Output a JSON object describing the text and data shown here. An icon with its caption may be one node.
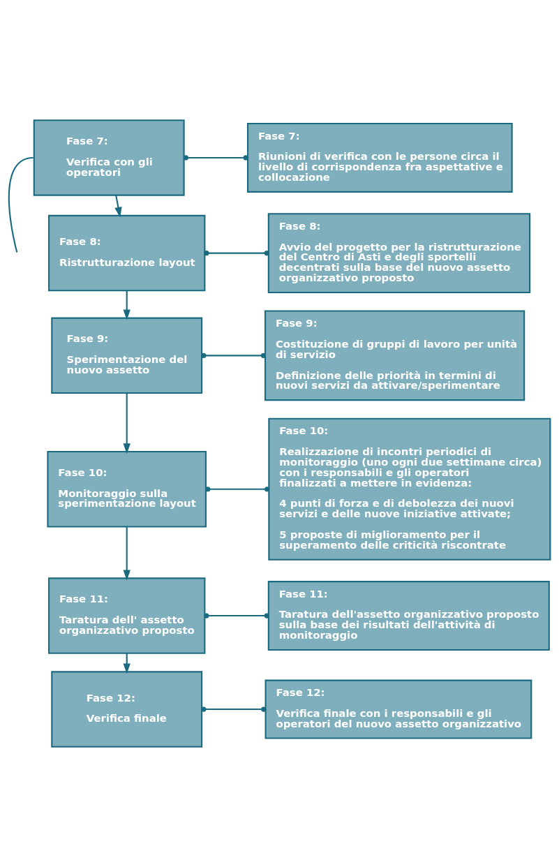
{
  "diagram": {
    "nodes": [
      {
        "text": [
          "Fase 7:",
          "Verifica con gli operatori"
        ]
      },
      {
        "text": [
          "Fase 7:",
          "Riunioni di verifica con le persone circa il livello di corrispondenza fra aspettative e collocazione"
        ]
      },
      {
        "text": [
          "Fase 8:",
          "Ristrutturazione layout"
        ]
      },
      {
        "text": [
          "Fase 8:",
          "Avvio del progetto per la ristrutturazione del Centro di Asti e degli sportelli decentrati sulla base del nuovo assetto organizzativo proposto"
        ]
      },
      {
        "text": [
          "Fase 9:",
          "Sperimentazione del nuovo assetto"
        ]
      },
      {
        "text": [
          "Fase 9:",
          "Costituzione di gruppi di lavoro per unità di servizio",
          "Definizione delle priorità in termini di nuovi servizi da attivare/sperimentare"
        ]
      },
      {
        "text": [
          "Fase 10:",
          "Monitoraggio sulla sperimentazione layout"
        ]
      },
      {
        "text": [
          "Fase 10:",
          "Realizzazione di incontri periodici di monitoraggio (uno ogni due settimane circa) con i responsabili e gli operatori finalizzati a mettere in evidenza:",
          "4 punti di forza e di debolezza dei nuovi servizi e delle nuove iniziative attivate;",
          "5 proposte di miglioramento per il superamento delle criticità riscontrate"
        ]
      },
      {
        "text": [
          "Fase 11:",
          "Taratura dell' assetto organizzativo proposto"
        ]
      },
      {
        "text": [
          "Fase 11:",
          "Taratura dell'assetto organizzativo proposto sulla base dei risultati dell'attività di monitoraggio"
        ]
      },
      {
        "text": [
          "Fase 12:",
          "Verifica finale"
        ]
      },
      {
        "text": [
          "Fase 12:",
          "Verifica finale con i responsabili e gli operatori del nuovo assetto organizzativo"
        ]
      }
    ],
    "edges": [
      {
        "from": 0,
        "to": 1,
        "arrow": "other"
      },
      {
        "from": 0,
        "to": 2,
        "arrow": "to"
      },
      {
        "from": 2,
        "to": 3,
        "arrow": "other"
      },
      {
        "from": 2,
        "to": 4,
        "arrow": "to"
      },
      {
        "from": 4,
        "to": 5,
        "arrow": "other"
      },
      {
        "from": 4,
        "to": 6,
        "arrow": "to"
      },
      {
        "from": 6,
        "to": 7,
        "arrow": "other"
      },
      {
        "from": 6,
        "to": 8,
        "arrow": "to"
      },
      {
        "from": 8,
        "to": 9,
        "arrow": "other"
      },
      {
        "from": 8,
        "to": 10,
        "arrow": "to"
      },
      {
        "from": 10,
        "to": 11,
        "arrow": "other"
      },
      {
        "from": 0,
        "to": null,
        "arrow": "none"
      }
    ]
  }
}
